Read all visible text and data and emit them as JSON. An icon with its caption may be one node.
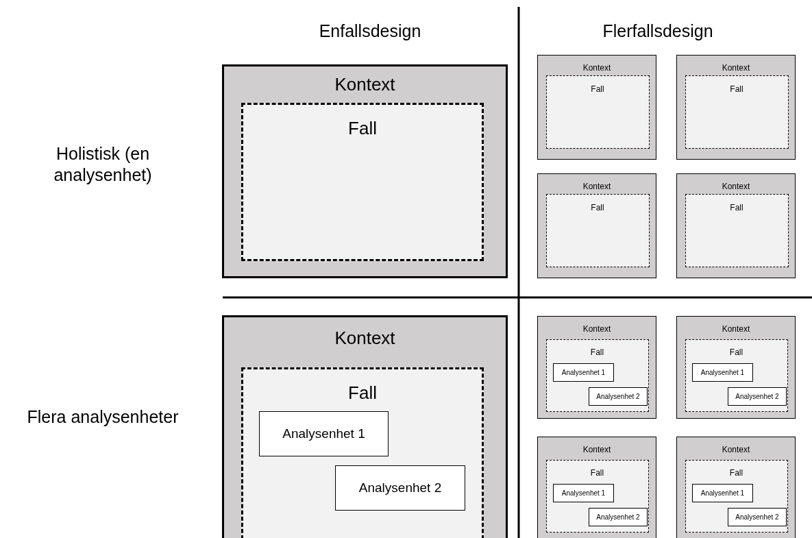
{
  "diagram": {
    "nodes": [
      {
        "text": [
          "Kontext"
        ]
      },
      {
        "text": [
          "Fall"
        ],
        "in": 0
      },
      {
        "text": [
          "Kontext"
        ]
      },
      {
        "text": [
          "Fall"
        ],
        "in": 2
      },
      {
        "text": [
          "Kontext"
        ]
      },
      {
        "text": [
          "Fall"
        ],
        "in": 4
      },
      {
        "text": [
          "Kontext"
        ]
      },
      {
        "text": [
          "Fall"
        ],
        "in": 6
      },
      {
        "text": [
          "Kontext"
        ]
      },
      {
        "text": [
          "Fall"
        ],
        "in": 8
      },
      {
        "text": [
          "Kontext"
        ]
      },
      {
        "text": [
          "Fall"
        ],
        "in": 10
      },
      {
        "text": [
          "Analysenhet 1"
        ],
        "in": 11
      },
      {
        "text": [
          "Analysenhet 2"
        ],
        "in": 11
      },
      {
        "text": [
          "Kontext"
        ]
      },
      {
        "text": [
          "Fall"
        ],
        "in": 14
      },
      {
        "text": [
          "Analysenhet 1"
        ],
        "in": 15
      },
      {
        "text": [
          "Analysenhet 2"
        ],
        "in": 15
      },
      {
        "text": [
          "Kontext"
        ]
      },
      {
        "text": [
          "Fall"
        ],
        "in": 18
      },
      {
        "text": [
          "Analysenhet 1"
        ],
        "in": 19
      },
      {
        "text": [
          "Analysenhet 2"
        ],
        "in": 19
      },
      {
        "text": [
          "Kontext"
        ]
      },
      {
        "text": [
          "Fall"
        ],
        "in": 22
      },
      {
        "text": [
          "Analysenhet 1"
        ],
        "in": 23
      },
      {
        "text": [
          "Analysenhet 2"
        ],
        "in": 23
      },
      {
        "text": [
          "Kontext"
        ]
      },
      {
        "text": [
          "Fall"
        ],
        "in": 26
      },
      {
        "text": [
          "Analysenhet 1"
        ],
        "in": 27
      },
      {
        "text": [
          "Analysenhet 2"
        ],
        "in": 27
      }
    ],
    "edges": [],
    "labels": [
      "Enfallsdesign",
      "Flerfallsdesign",
      "Holistisk (en analysenhet)",
      "Flera analysenheter"
    ]
  }
}
